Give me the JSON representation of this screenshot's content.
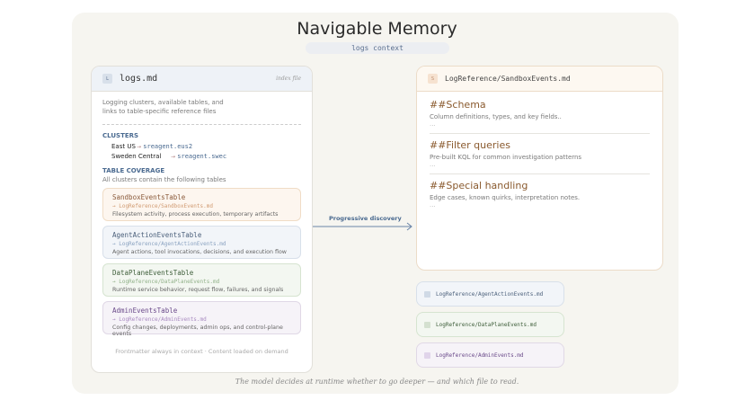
{
  "title": "Navigable Memory",
  "context_pill": "logs context",
  "index": {
    "badge": "L",
    "filename": "logs.md",
    "tag": "index file",
    "description": "Logging clusters, available tables, and links to table-specific reference files",
    "clusters_heading": "CLUSTERS",
    "clusters": [
      {
        "name": "East US",
        "arrow": "→",
        "value": "sreagent.eus2"
      },
      {
        "name": "Sweden Central",
        "arrow": "→",
        "value": "sreagent.swec"
      }
    ],
    "coverage_heading": "TABLE COVERAGE",
    "coverage_note": "All clusters contain the following tables",
    "tables": [
      {
        "name": "SandboxEventsTable",
        "path": "→ LogReference/SandboxEvents.md",
        "desc": "Filesystem activity, process execution, temporary artifacts",
        "bg": "#fdf6ef",
        "border": "#f0dcc6",
        "color": "#8a5a3a",
        "pcolor": "#d09a70"
      },
      {
        "name": "AgentActionEventsTable",
        "path": "→ LogReference/AgentActionEvents.md",
        "desc": "Agent actions, tool invocations, decisions, and execution flow",
        "bg": "#f2f5f9",
        "border": "#d8e0ea",
        "color": "#4a5f7a",
        "pcolor": "#8aa2c0"
      },
      {
        "name": "DataPlaneEventsTable",
        "path": "→ LogReference/DataPlaneEvents.md",
        "desc": "Runtime service behavior, request flow, failures, and signals",
        "bg": "#f3f7f1",
        "border": "#d6e4d0",
        "color": "#3e5e3a",
        "pcolor": "#90b088"
      },
      {
        "name": "AdminEventsTable",
        "path": "→ LogReference/AdminEvents.md",
        "desc": "Config changes, deployments, admin ops, and control-plane events",
        "bg": "#f6f3f8",
        "border": "#e0d8e6",
        "color": "#6a4a8a",
        "pcolor": "#a88ac0"
      }
    ],
    "footer": "Frontmatter always in context · Content loaded on demand"
  },
  "arrow_label": "Progressive discovery",
  "reference": {
    "badge": "S",
    "filename": "LogReference/SandboxEvents.md",
    "sections": [
      {
        "heading": "##Schema",
        "desc": "Column definitions, types, and key fields..",
        "more": "..."
      },
      {
        "heading": "##Filter queries",
        "desc": "Pre-built KQL for common investigation patterns",
        "more": "..."
      },
      {
        "heading": "##Special handling",
        "desc": "Edge cases, known quirks, interpretation notes.",
        "more": "..."
      }
    ]
  },
  "other_refs": [
    {
      "path": "LogReference/AgentActionEvents.md",
      "bg": "#f2f5f9",
      "border": "#d8e0ea",
      "sq": "#d0dae6",
      "color": "#4a5f7a"
    },
    {
      "path": "LogReference/DataPlaneEvents.md",
      "bg": "#f3f7f1",
      "border": "#d6e4d0",
      "sq": "#d4e0d0",
      "color": "#3e5e3a"
    },
    {
      "path": "LogReference/AdminEvents.md",
      "bg": "#f6f3f8",
      "border": "#e0d8e6",
      "sq": "#e0d4ea",
      "color": "#6a4a8a"
    }
  ],
  "caption": "The model decides at runtime whether to go deeper — and which file to read."
}
